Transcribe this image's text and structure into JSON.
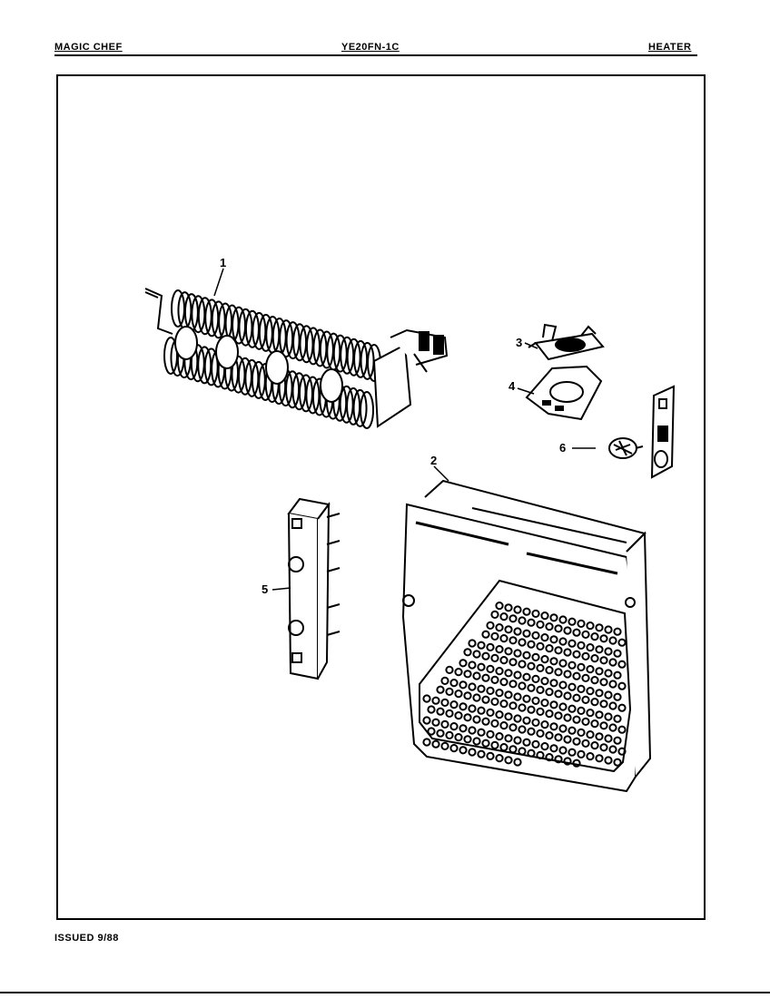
{
  "header": {
    "brand": "MAGIC CHEF",
    "model": "YE20FN-1C",
    "section": "HEATER"
  },
  "footer": {
    "issued": "ISSUED 9/88"
  },
  "parts": [
    {
      "number": "1",
      "icon": "heater-element-coil-icon"
    },
    {
      "number": "2",
      "icon": "heater-box-housing-icon"
    },
    {
      "number": "3",
      "icon": "thermostat-icon"
    },
    {
      "number": "4",
      "icon": "thermostat-bracket-icon"
    },
    {
      "number": "5",
      "icon": "terminal-block-icon"
    },
    {
      "number": "6",
      "icon": "thermal-fuse-icon"
    }
  ]
}
